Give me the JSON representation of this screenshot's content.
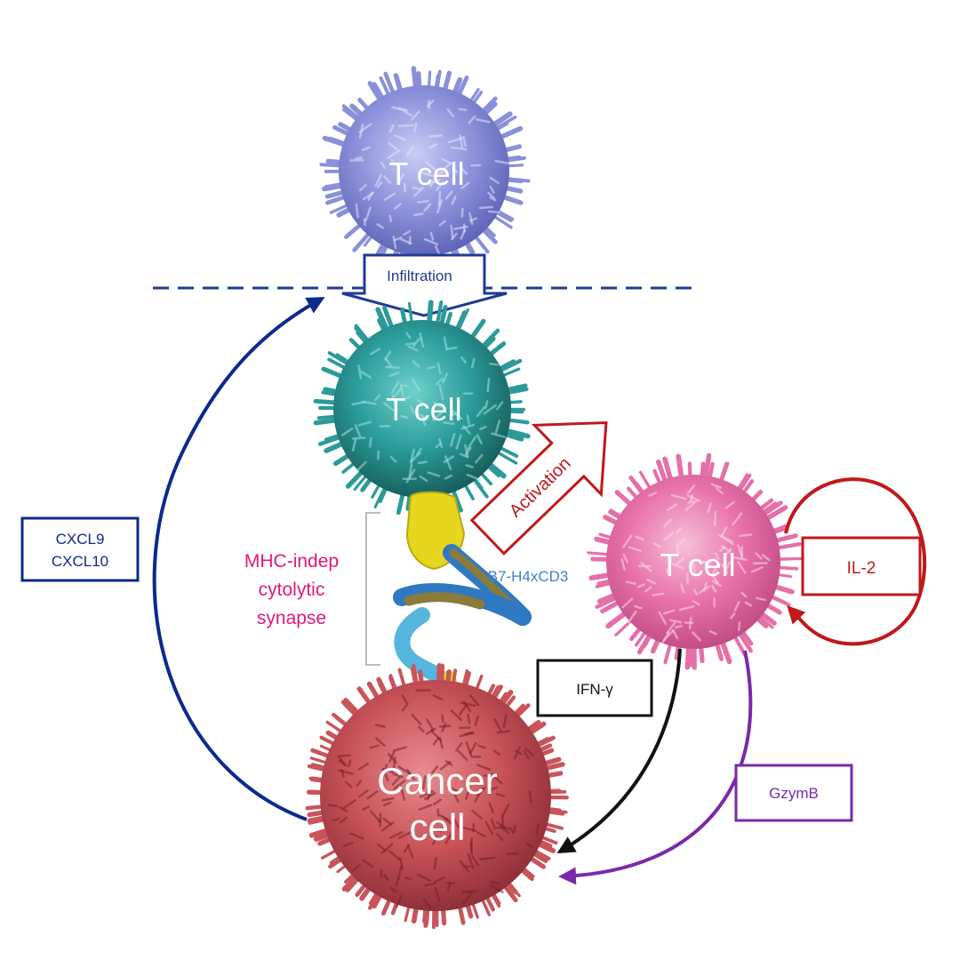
{
  "cells": {
    "infiltrating_tcell": "T cell",
    "activated_tcell": "T cell",
    "effector_tcell": "T cell",
    "cancer_cell_line1": "Cancer",
    "cancer_cell_line2": "cell"
  },
  "labels": {
    "infiltration": "Infiltration",
    "activation": "Activation",
    "synapse_line1": "MHC-indep",
    "synapse_line2": "cytolytic",
    "synapse_line3": "synapse",
    "antibody": "B7-H4xCD3",
    "chemokine_line1": "CXCL9",
    "chemokine_line2": "CXCL10",
    "il2": "IL-2",
    "ifng": "IFN-γ",
    "gzymb": "GzymB"
  },
  "colors": {
    "infiltration_blue": "#1f3a93",
    "activation_red": "#c0181c",
    "chemokine_blue": "#0c2a8c",
    "il2_red": "#c0181c",
    "ifng_black": "#111111",
    "gzymb_purple": "#7a2aa8",
    "synapse_magenta": "#e0197a",
    "antibody_blue": "#3a7fd0",
    "tcell_top": "#8a90d8",
    "tcell_mid": "#2d9a9a",
    "tcell_right": "#e66fa8",
    "cancer_cell": "#c9545c"
  }
}
